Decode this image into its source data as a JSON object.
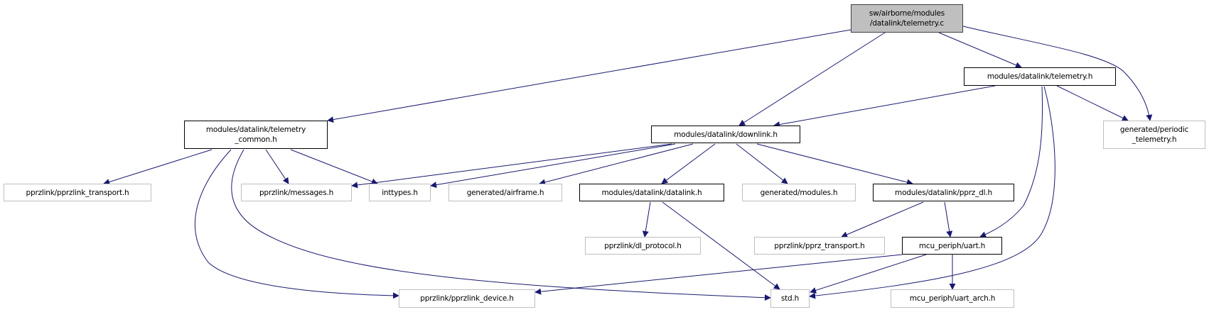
{
  "graph": {
    "edge_color": "#191970",
    "root_fill": "#bfbfbf",
    "nodes": {
      "root": {
        "lines": [
          "sw/airborne/modules",
          "/datalink/telemetry.c"
        ],
        "kind": "root"
      },
      "telemetry_common": {
        "lines": [
          "modules/datalink/telemetry",
          "_common.h"
        ],
        "kind": "doc"
      },
      "downlink": {
        "lines": [
          "modules/datalink/downlink.h"
        ],
        "kind": "doc"
      },
      "telemetry_h": {
        "lines": [
          "modules/datalink/telemetry.h"
        ],
        "kind": "doc"
      },
      "periodic_telemetry": {
        "lines": [
          "generated/periodic",
          "_telemetry.h"
        ],
        "kind": "ext"
      },
      "pprzlink_transport": {
        "lines": [
          "pprzlink/pprzlink_transport.h"
        ],
        "kind": "ext"
      },
      "messages": {
        "lines": [
          "pprzlink/messages.h"
        ],
        "kind": "ext"
      },
      "inttypes": {
        "lines": [
          "inttypes.h"
        ],
        "kind": "ext"
      },
      "airframe": {
        "lines": [
          "generated/airframe.h"
        ],
        "kind": "ext"
      },
      "datalink_h": {
        "lines": [
          "modules/datalink/datalink.h"
        ],
        "kind": "doc"
      },
      "modules_h": {
        "lines": [
          "generated/modules.h"
        ],
        "kind": "ext"
      },
      "pprz_dl": {
        "lines": [
          "modules/datalink/pprz_dl.h"
        ],
        "kind": "doc"
      },
      "dl_protocol": {
        "lines": [
          "pprzlink/dl_protocol.h"
        ],
        "kind": "ext"
      },
      "pprz_transport": {
        "lines": [
          "pprzlink/pprz_transport.h"
        ],
        "kind": "ext"
      },
      "uart_h": {
        "lines": [
          "mcu_periph/uart.h"
        ],
        "kind": "doc"
      },
      "pprzlink_device": {
        "lines": [
          "pprzlink/pprzlink_device.h"
        ],
        "kind": "ext"
      },
      "std_h": {
        "lines": [
          "std.h"
        ],
        "kind": "ext"
      },
      "uart_arch": {
        "lines": [
          "mcu_periph/uart_arch.h"
        ],
        "kind": "ext"
      }
    },
    "edges": [
      {
        "from": "root",
        "to": "telemetry_common"
      },
      {
        "from": "root",
        "to": "downlink"
      },
      {
        "from": "root",
        "to": "telemetry_h"
      },
      {
        "from": "root",
        "to": "periodic_telemetry"
      },
      {
        "from": "telemetry_h",
        "to": "downlink"
      },
      {
        "from": "telemetry_h",
        "to": "periodic_telemetry"
      },
      {
        "from": "telemetry_h",
        "to": "uart_h"
      },
      {
        "from": "telemetry_h",
        "to": "std_h"
      },
      {
        "from": "telemetry_common",
        "to": "pprzlink_transport"
      },
      {
        "from": "telemetry_common",
        "to": "messages"
      },
      {
        "from": "telemetry_common",
        "to": "inttypes"
      },
      {
        "from": "telemetry_common",
        "to": "pprzlink_device"
      },
      {
        "from": "telemetry_common",
        "to": "std_h"
      },
      {
        "from": "downlink",
        "to": "messages"
      },
      {
        "from": "downlink",
        "to": "inttypes"
      },
      {
        "from": "downlink",
        "to": "airframe"
      },
      {
        "from": "downlink",
        "to": "datalink_h"
      },
      {
        "from": "downlink",
        "to": "modules_h"
      },
      {
        "from": "downlink",
        "to": "pprz_dl"
      },
      {
        "from": "datalink_h",
        "to": "dl_protocol"
      },
      {
        "from": "datalink_h",
        "to": "std_h"
      },
      {
        "from": "pprz_dl",
        "to": "pprz_transport"
      },
      {
        "from": "pprz_dl",
        "to": "uart_h"
      },
      {
        "from": "uart_h",
        "to": "pprzlink_device"
      },
      {
        "from": "uart_h",
        "to": "std_h"
      },
      {
        "from": "uart_h",
        "to": "uart_arch"
      }
    ]
  }
}
